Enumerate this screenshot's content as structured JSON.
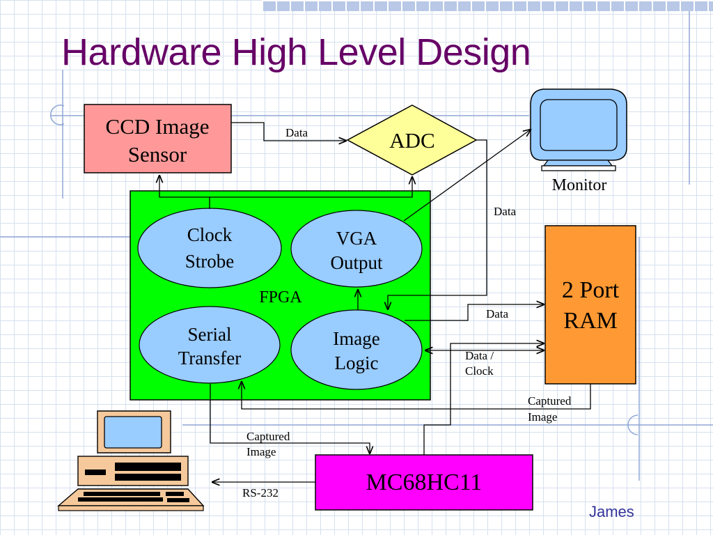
{
  "slide": {
    "title": "Hardware High Level Design",
    "footer": "James"
  },
  "blocks": {
    "ccd": {
      "line1": "CCD Image",
      "line2": "Sensor",
      "color": "#ff9999"
    },
    "adc": {
      "label": "ADC",
      "color": "#ffff99"
    },
    "monitor": {
      "label": "Monitor",
      "color": "#99ccff"
    },
    "fpga": {
      "label": "FPGA",
      "color": "#00ff00",
      "clock": {
        "line1": "Clock",
        "line2": "Strobe"
      },
      "vga": {
        "line1": "VGA",
        "line2": "Output"
      },
      "serial": {
        "line1": "Serial",
        "line2": "Transfer"
      },
      "image": {
        "line1": "Image",
        "line2": "Logic"
      },
      "ellipse_color": "#99ccff"
    },
    "ram": {
      "line1": "2 Port",
      "line2": "RAM",
      "color": "#ff9933"
    },
    "mcu": {
      "label": "MC68HC11",
      "color": "#ff00ff"
    },
    "pc": {
      "icon": "desktop-computer-icon"
    }
  },
  "wires": {
    "ccd_adc": "Data",
    "adc_image": "Data",
    "image_ram": "Data",
    "ram_image_line1": "Data /",
    "ram_image_line2": "Clock",
    "ram_serial_line1": "Captured",
    "ram_serial_line2": "Image",
    "serial_mcu_line1": "Captured",
    "serial_mcu_line2": "Image",
    "mcu_pc": "RS-232"
  }
}
